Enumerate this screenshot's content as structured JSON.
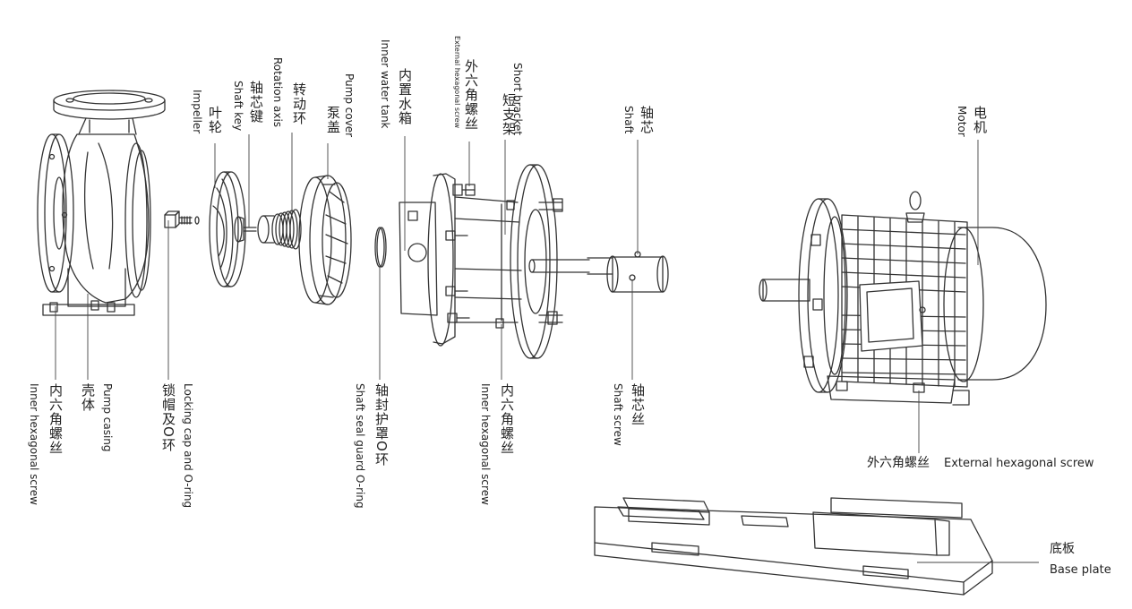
{
  "labels": {
    "inner_hex_screw_left": {
      "zh": "内六角螺丝",
      "en": "Inner hexagonal screw"
    },
    "pump_casing": {
      "zh": "壳体",
      "en": "Pump casing"
    },
    "locking_cap": {
      "zh": "锁帽及O环",
      "en": "Locking cap and O-ring"
    },
    "impeller": {
      "zh": "叶轮",
      "en": "Impeller"
    },
    "shaft_key": {
      "zh": "轴芯键",
      "en": "Shaft key"
    },
    "rotation_axis": {
      "zh": "转动环",
      "en": "Rotation axis"
    },
    "pump_cover": {
      "zh": "泵盖",
      "en": "Pump cover"
    },
    "shaft_seal_guard": {
      "zh": "轴封护罩O环",
      "en": "Shaft seal guard O-ring"
    },
    "inner_water_tank": {
      "zh": "内置水箱",
      "en": "Inner water tank"
    },
    "external_hex_screw_top": {
      "zh": "外六角螺丝",
      "en": "External hexagonal screw"
    },
    "short_bracket": {
      "zh": "短支架",
      "en": "Short bracket"
    },
    "inner_hex_screw_mid": {
      "zh": "内六角螺丝",
      "en": "Inner hexagonal screw"
    },
    "shaft": {
      "zh": "轴芯",
      "en": "Shaft"
    },
    "shaft_screw": {
      "zh": "轴芯丝",
      "en": "Shaft screw"
    },
    "motor": {
      "zh": "电机",
      "en": "Motor"
    },
    "external_hex_screw_bottom": {
      "zh": "外六角螺丝",
      "en": "External hexagonal screw"
    },
    "base_plate": {
      "zh": "底板",
      "en": "Base plate"
    }
  }
}
